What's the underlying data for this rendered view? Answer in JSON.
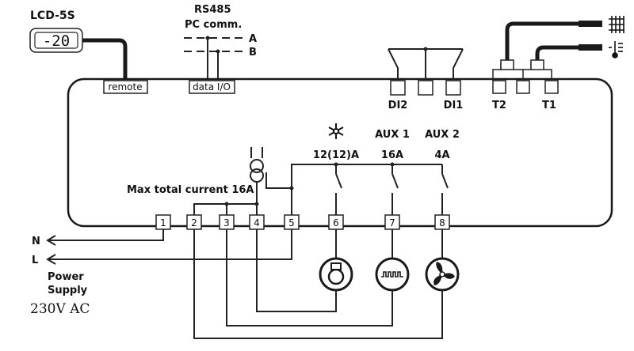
{
  "labels": {
    "lcd": "LCD-5S",
    "lcd_display": "-20",
    "rs485": "RS485",
    "pc_comm": "PC comm.",
    "line_a": "A",
    "line_b": "B",
    "remote": "remote",
    "data_io": "data I/O",
    "di2": "DI2",
    "di1": "DI1",
    "t2": "T2",
    "t1": "T1",
    "compressor_rating": "12(12)A",
    "aux1": "AUX 1",
    "aux1_rating": "16A",
    "aux2": "AUX 2",
    "aux2_rating": "4A",
    "max_current": "Max total current 16A",
    "neutral": "N",
    "line": "L",
    "power": "Power",
    "supply": "Supply",
    "voltage": "230V AC"
  },
  "terminals": [
    "1",
    "2",
    "3",
    "4",
    "5",
    "6",
    "7",
    "8"
  ],
  "icons": {
    "snowflake": "snowflake-icon",
    "evaporator": "evaporator-coil-icon",
    "thermometer": "thermometer-icon",
    "compressor": "compressor-icon",
    "heater": "defrost-heater-icon",
    "fan": "fan-icon"
  }
}
